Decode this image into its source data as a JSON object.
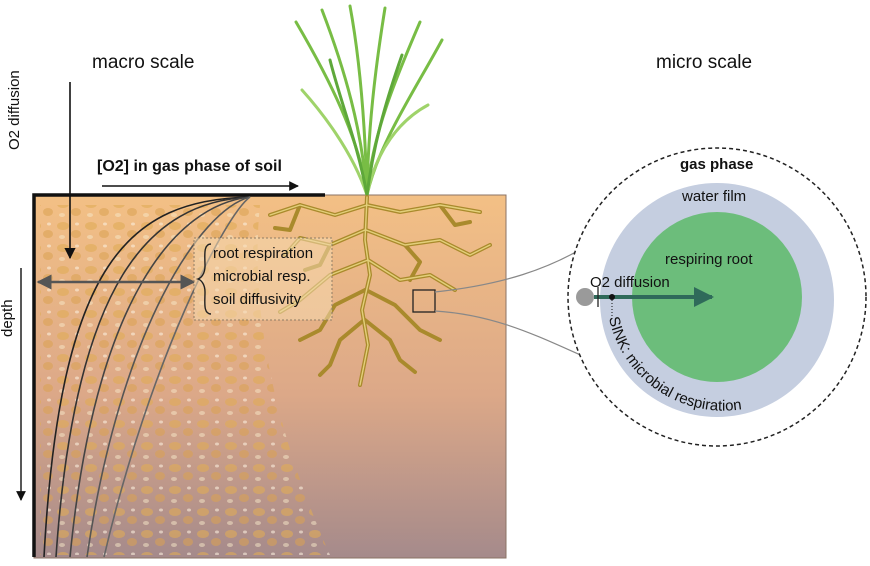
{
  "macro": {
    "title": "macro scale",
    "o2_diffusion_label": "O2 diffusion",
    "depth_label": "depth",
    "gradient_label": "[O2] in gas phase of soil",
    "factors": [
      "root respiration",
      "microbial resp.",
      "soil diffusivity"
    ]
  },
  "micro": {
    "title": "micro scale",
    "gas_phase": "gas phase",
    "water_film": "water film",
    "respiring_root": "respiring root",
    "o2_diffusion": "O2 diffusion",
    "sink": "SINK: microbial respiration"
  },
  "colors": {
    "soil_top": "#f2bd84",
    "soil_bottom": "#a88a88",
    "water_film": "#c6cfe0",
    "root_green": "#6bbf7a",
    "plant_green": "#7fc04a",
    "root_gold": "#b99a35"
  }
}
